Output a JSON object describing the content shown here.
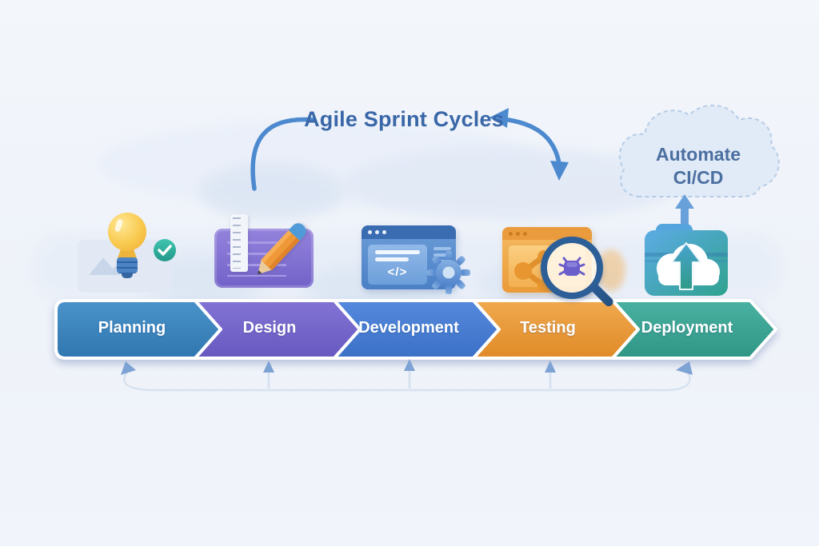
{
  "title": "Agile Sprint Cycles",
  "cloud_callout": {
    "line1": "Automate",
    "line2": "CI/CD"
  },
  "stages": [
    {
      "label": "Planning",
      "color_top": "#4a93ca",
      "color_bottom": "#3076b0"
    },
    {
      "label": "Design",
      "color_top": "#8273d4",
      "color_bottom": "#6758c0"
    },
    {
      "label": "Development",
      "color_top": "#5589dd",
      "color_bottom": "#3a70c6"
    },
    {
      "label": "Testing",
      "color_top": "#f0a94e",
      "color_bottom": "#e08a28"
    },
    {
      "label": "Deployment",
      "color_top": "#4ab1a2",
      "color_bottom": "#2f9584"
    }
  ],
  "dev_window": {
    "code_text": "</>"
  },
  "colors": {
    "title_text": "#3a67a8",
    "callout_text": "#4b6fa0",
    "cycle_arrow": "#4c89cf",
    "loop_line": "#d7e2f0",
    "loop_arrowhead": "#7da2d4",
    "cloud_fill": "#e1eaf7",
    "cloud_border": "#b6cce6"
  }
}
